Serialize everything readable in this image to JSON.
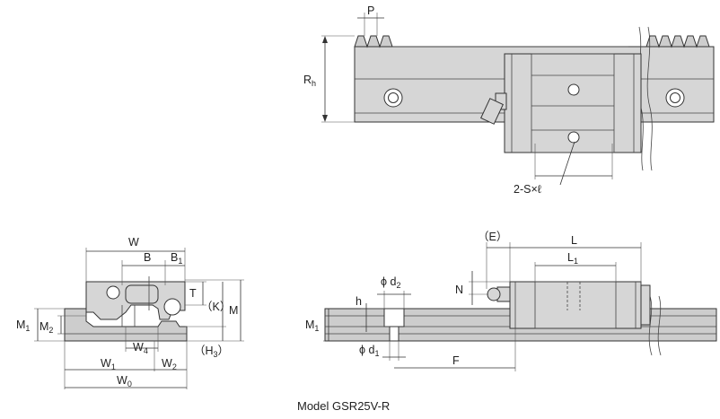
{
  "colors": {
    "body": "#d6d6d6",
    "body_dark": "#a9a9a9",
    "rail": "#cdcdcd",
    "line": "#333333",
    "background": "#ffffff"
  },
  "labels": {
    "P": "P",
    "Rh": "R",
    "Rh_sub": "h",
    "S": "2-S×ℓ",
    "W": "W",
    "B": "B",
    "B1": "B",
    "B1_sub": "1",
    "T": "T",
    "K": "（K）",
    "M": "M",
    "M1": "M",
    "M1_sub": "1",
    "M2": "M",
    "M2_sub": "2",
    "W4": "W",
    "W4_sub": "4",
    "H3": "（H",
    "H3_sub": "3",
    "H3_close": "）",
    "W1": "W",
    "W1_sub": "1",
    "W2": "W",
    "W2_sub": "2",
    "W0": "W",
    "W0_sub": "0",
    "E": "（E）",
    "L": "L",
    "L1": "L",
    "L1_sub": "1",
    "N": "N",
    "d2": "ϕ d",
    "d2_sub": "2",
    "h": "h",
    "M1_side": "M",
    "M1_side_sub": "1",
    "d1": "ϕ d",
    "d1_sub": "1",
    "F": "F"
  },
  "caption": "Model GSR25V-R"
}
